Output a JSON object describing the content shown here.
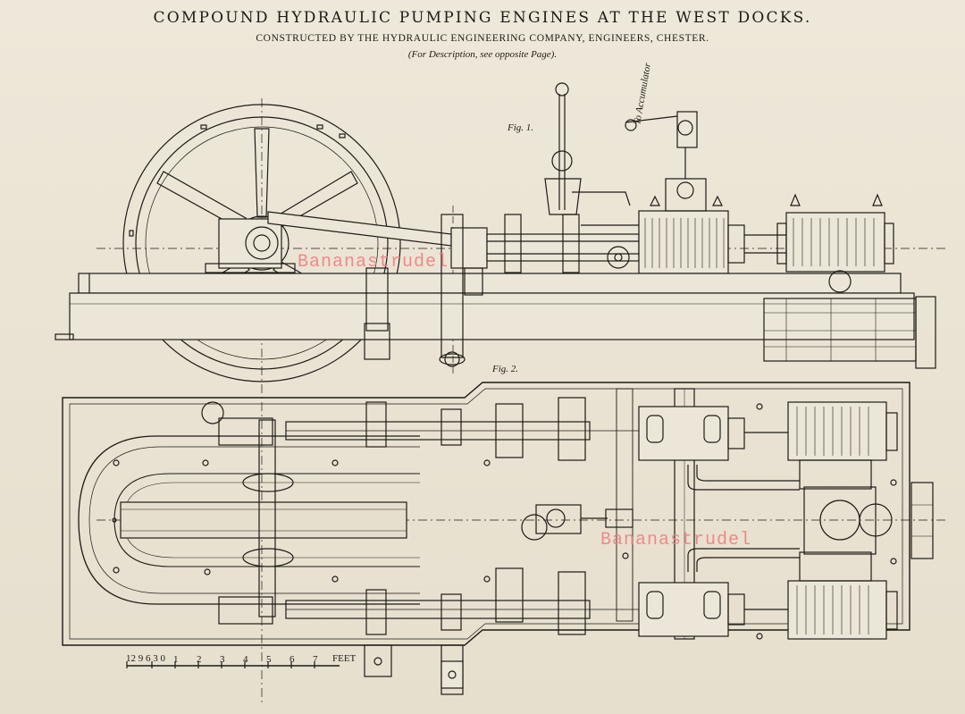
{
  "header": {
    "title": "COMPOUND HYDRAULIC PUMPING ENGINES AT THE WEST DOCKS.",
    "subtitle": "CONSTRUCTED BY THE HYDRAULIC ENGINEERING COMPANY, ENGINEERS, CHESTER.",
    "note": "(For Description, see opposite Page)."
  },
  "figures": {
    "fig1_label": "Fig. 1.",
    "fig2_label": "Fig. 2.",
    "accumulator_label": "To Accumulator"
  },
  "scale": {
    "prefix": "12 9 6 3 0",
    "ticks": [
      "1",
      "2",
      "3",
      "4",
      "5",
      "6",
      "7"
    ],
    "unit": "FEET"
  },
  "watermarks": [
    "Bananastrudel",
    "Bananastrudel"
  ],
  "colors": {
    "paper": "#ece6d8",
    "ink": "#1d1b17",
    "watermark": "#f08080"
  }
}
